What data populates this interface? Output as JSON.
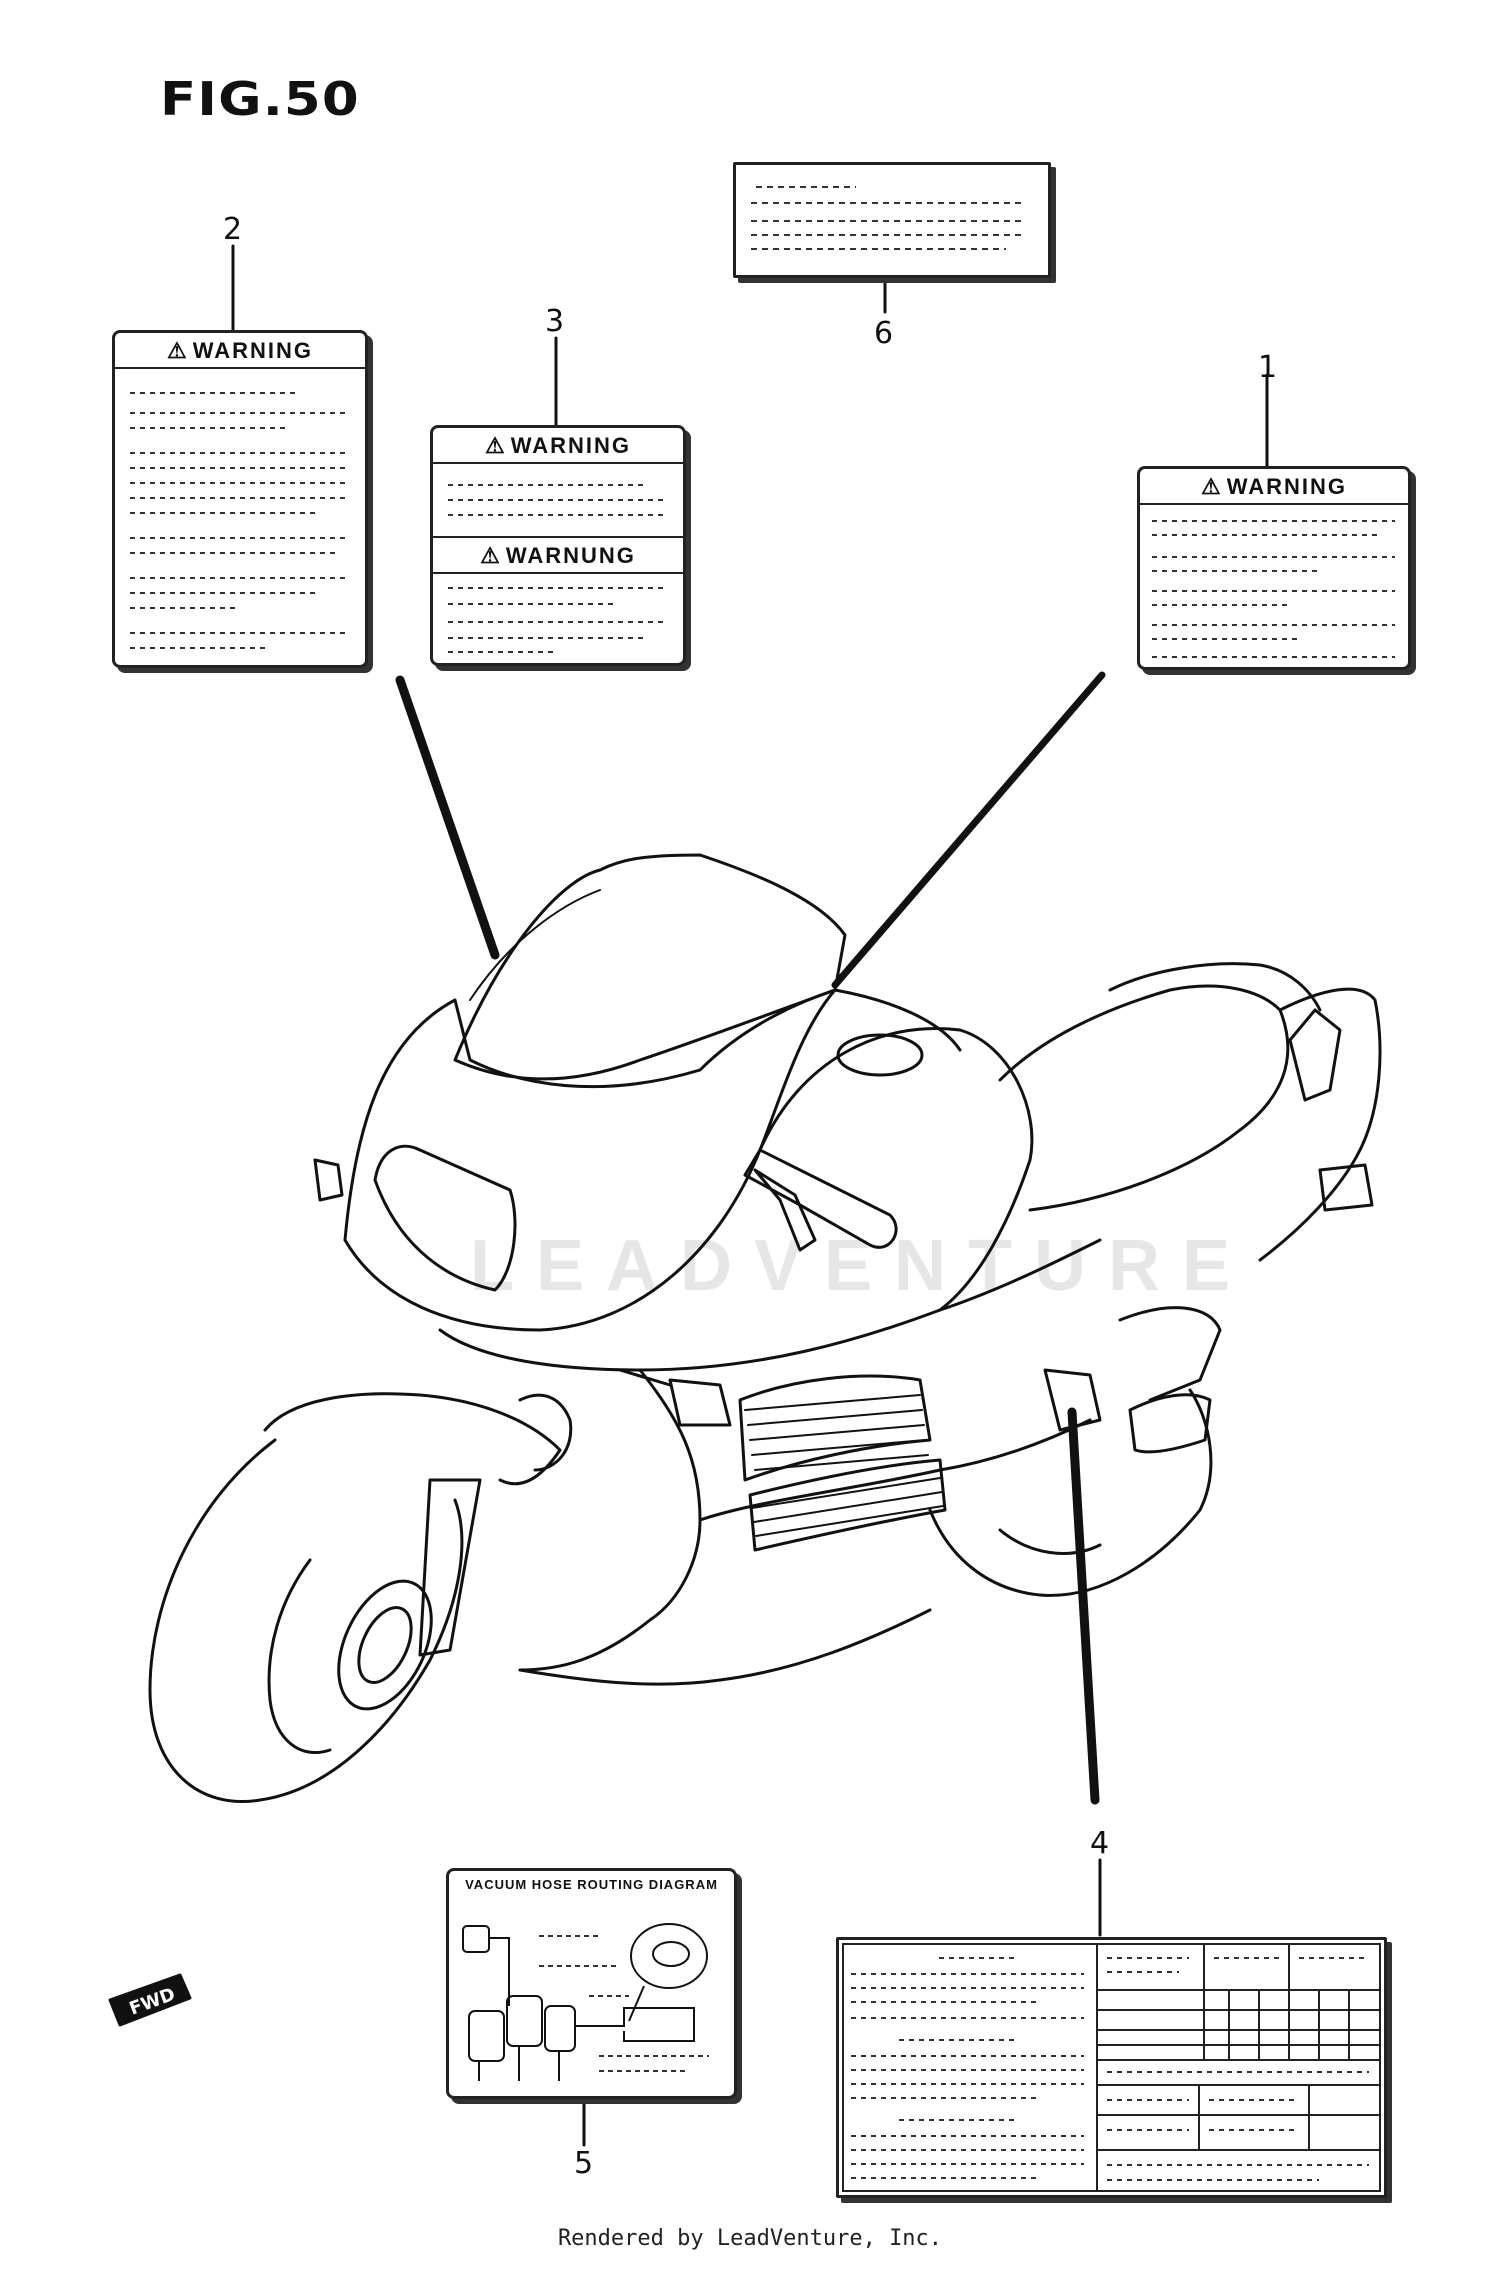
{
  "figure": {
    "title": "FIG.50",
    "footer": "Rendered by LeadVenture, Inc.",
    "watermark": "LEADVENTURE",
    "fwd_badge": "FWD"
  },
  "callouts": [
    {
      "id": "1",
      "text": "1"
    },
    {
      "id": "2",
      "text": "2"
    },
    {
      "id": "3",
      "text": "3"
    },
    {
      "id": "4",
      "text": "4"
    },
    {
      "id": "5",
      "text": "5"
    },
    {
      "id": "6",
      "text": "6"
    }
  ],
  "labels": {
    "label1": {
      "heading": "WARNING",
      "icon": "warning-triangle-icon"
    },
    "label2": {
      "heading": "WARNING",
      "icon": "warning-triangle-icon"
    },
    "label3": {
      "heading_top": "WARNING",
      "heading_bottom": "WARNUNG",
      "icon": "warning-triangle-icon"
    },
    "label5": {
      "heading": "VACUUM HOSE ROUTING DIAGRAM"
    }
  },
  "colors": {
    "ink": "#111111",
    "background": "#ffffff",
    "watermark": "#e6e6e6"
  }
}
